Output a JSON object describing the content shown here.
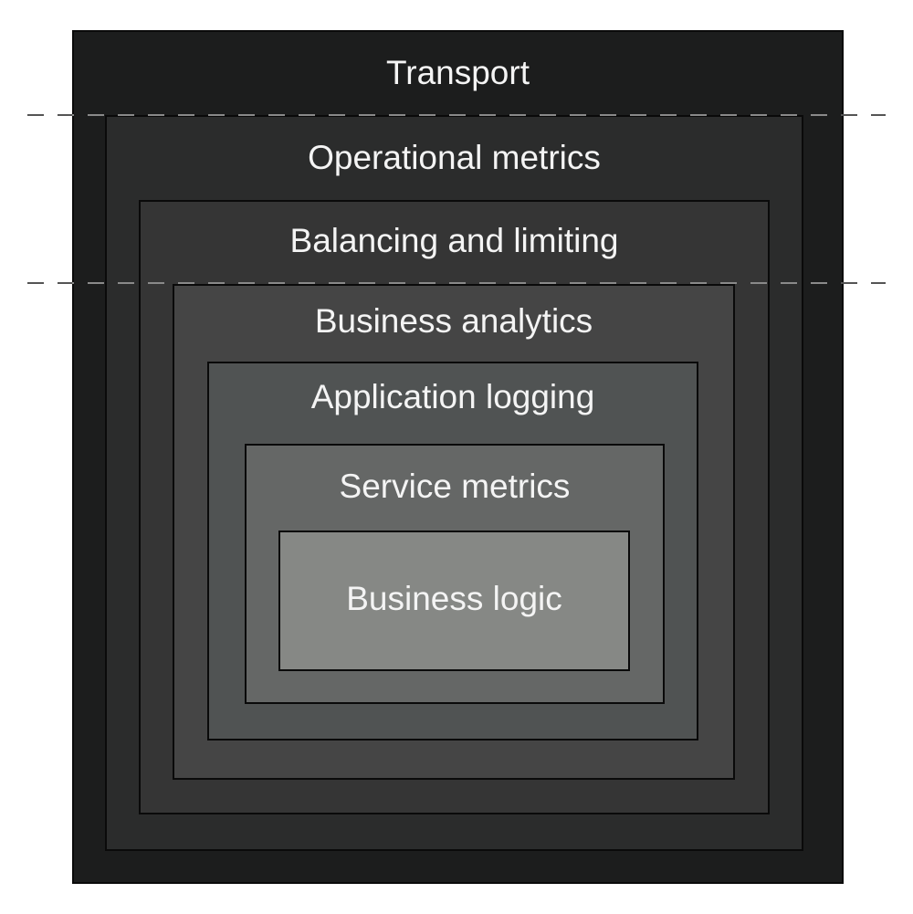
{
  "layers": [
    {
      "label": "Transport",
      "color": "#1c1d1d"
    },
    {
      "label": "Operational metrics",
      "color": "#2b2c2c"
    },
    {
      "label": "Balancing and limiting",
      "color": "#353535"
    },
    {
      "label": "Business analytics",
      "color": "#454545"
    },
    {
      "label": "Application logging",
      "color": "#505353"
    },
    {
      "label": "Service metrics",
      "color": "#656766"
    },
    {
      "label": "Business logic",
      "color": "#868885"
    }
  ]
}
